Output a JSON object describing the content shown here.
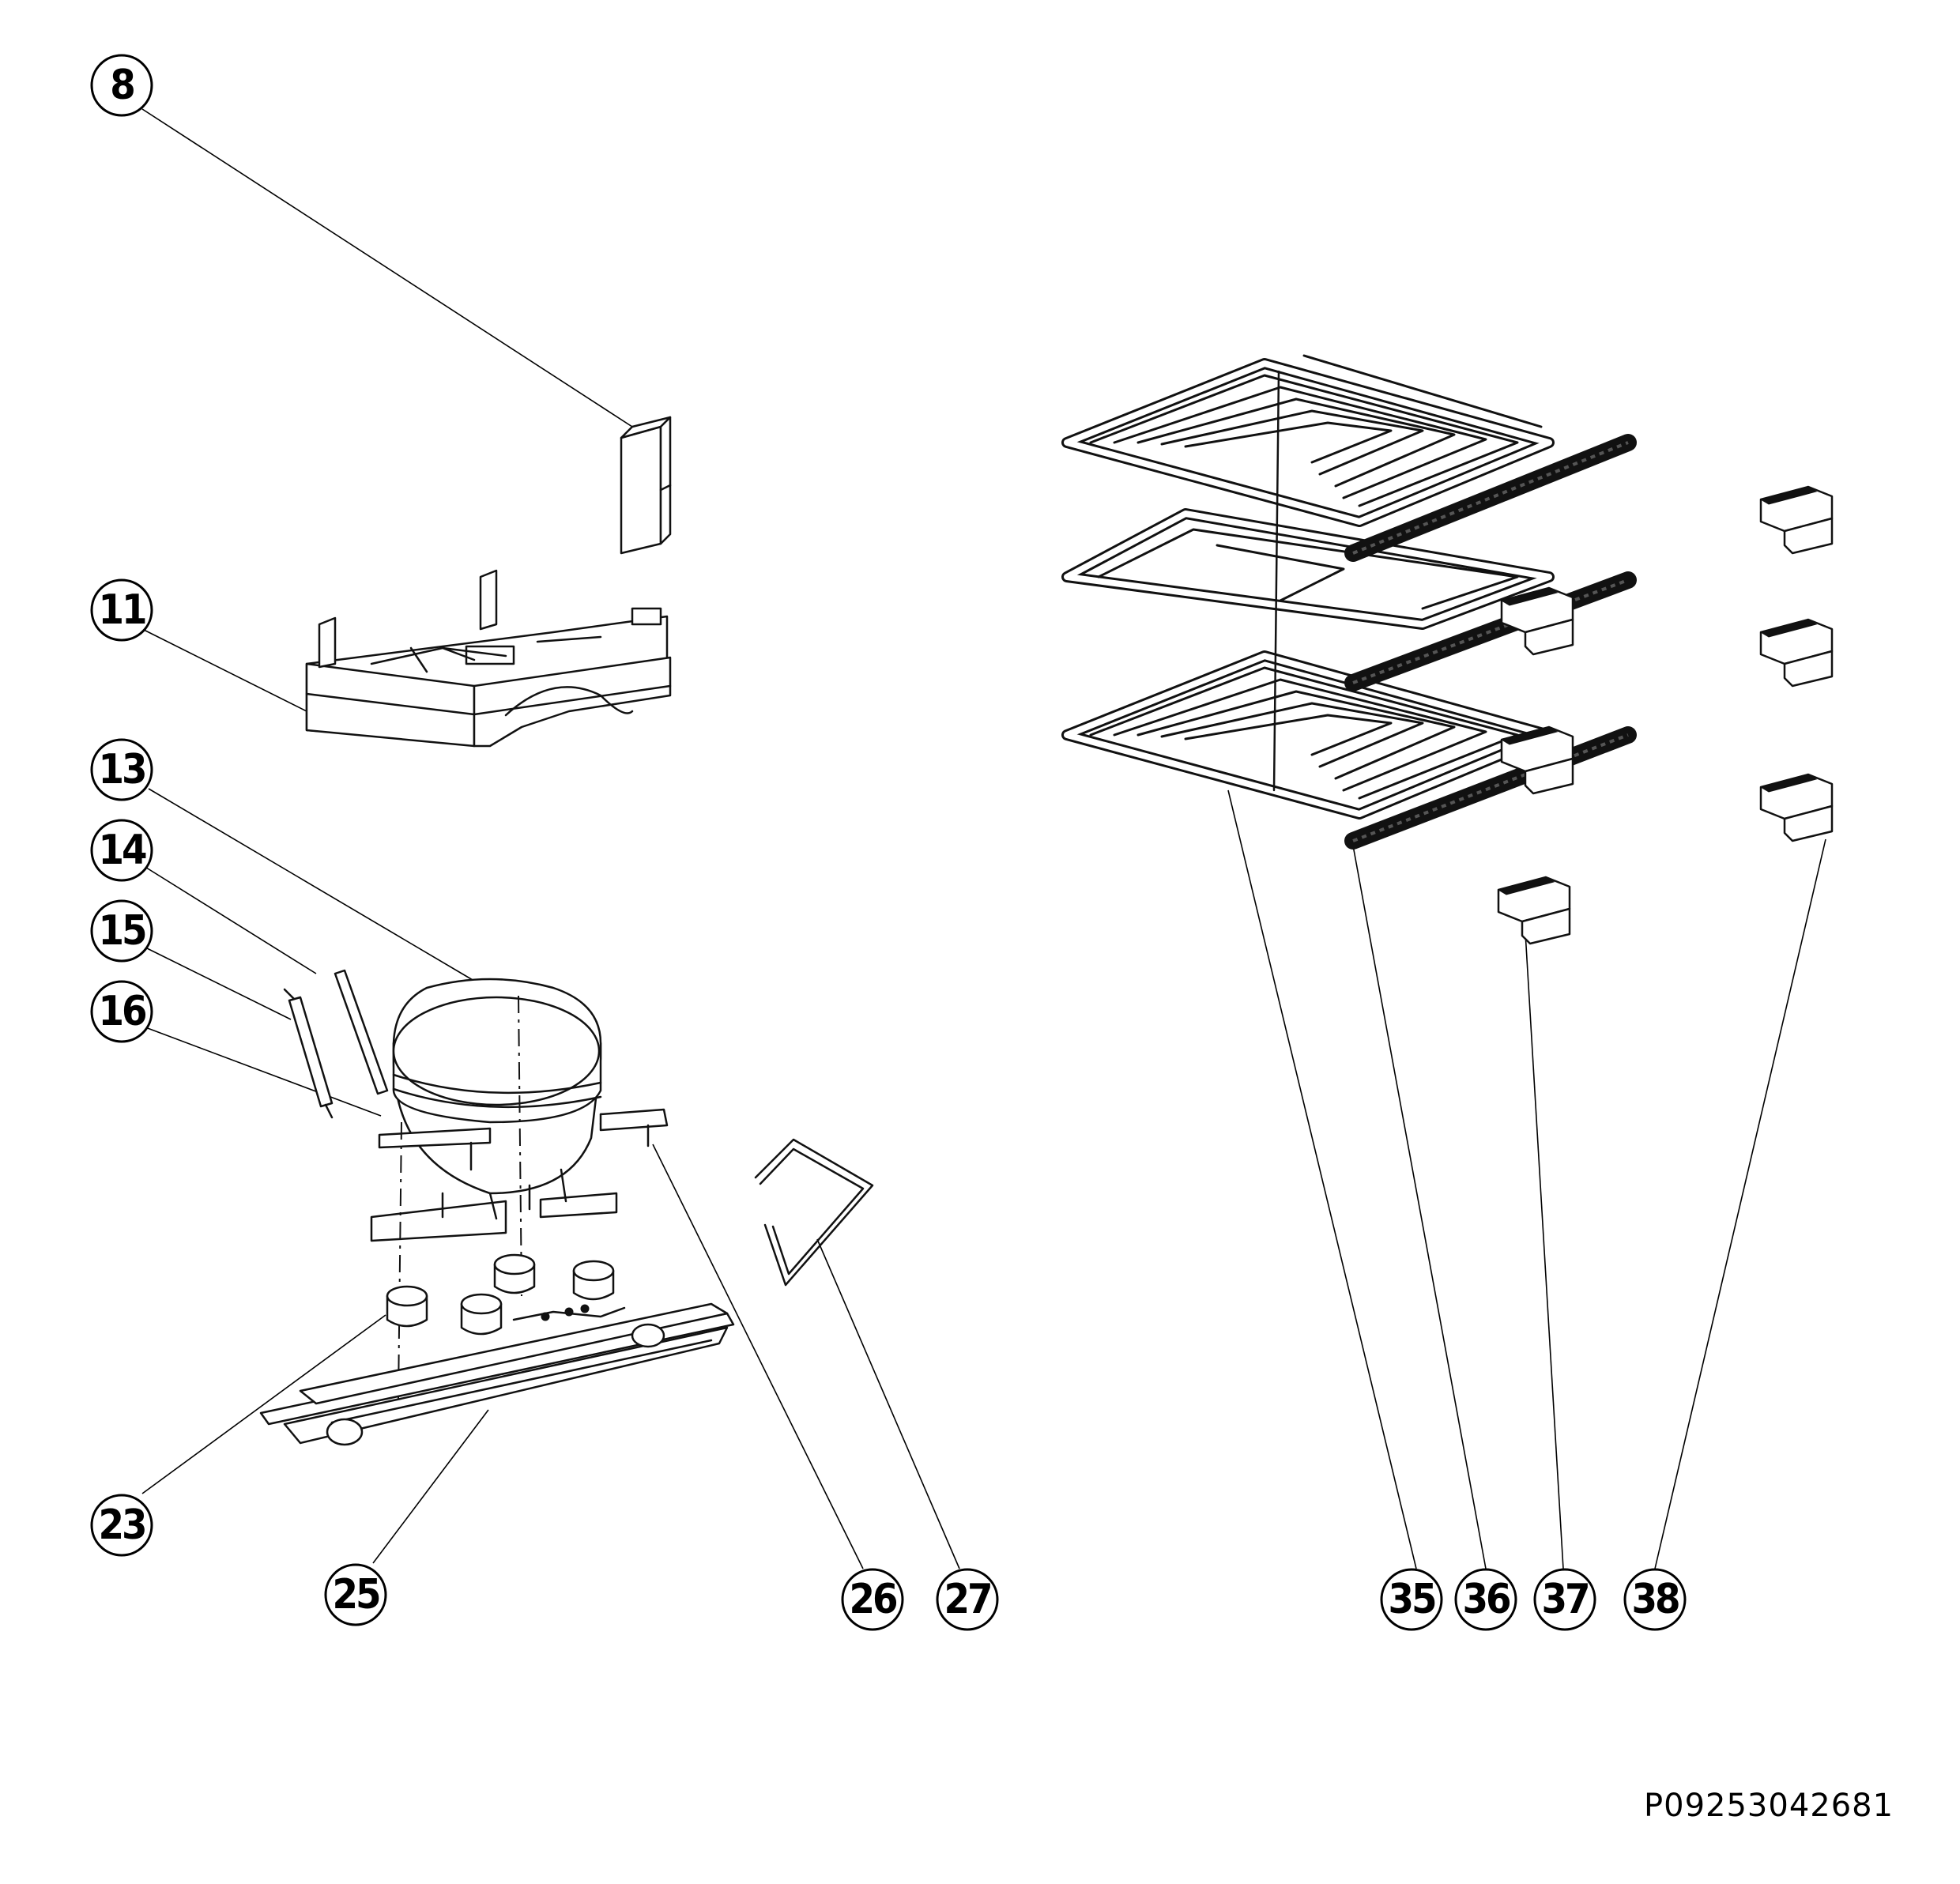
{
  "callouts": [
    {
      "label": "8"
    },
    {
      "label": "11"
    },
    {
      "label": "13"
    },
    {
      "label": "14"
    },
    {
      "label": "15"
    },
    {
      "label": "16"
    },
    {
      "label": "23"
    },
    {
      "label": "25"
    },
    {
      "label": "26"
    },
    {
      "label": "27"
    },
    {
      "label": "35"
    },
    {
      "label": "36"
    },
    {
      "label": "37"
    },
    {
      "label": "38"
    }
  ],
  "document_code": "P09253042681"
}
